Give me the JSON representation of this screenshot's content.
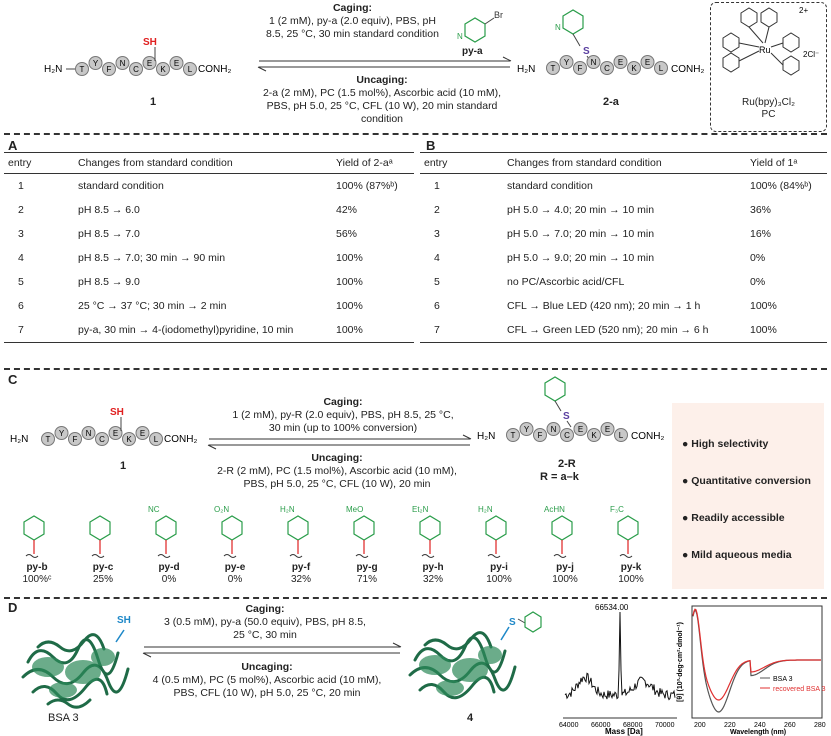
{
  "top": {
    "peptide1_label": "1",
    "peptide2_label": "2-a",
    "h2n": "H₂N",
    "conh2": "CONH₂",
    "sh": "SH",
    "s": "S",
    "residues": [
      "T",
      "Y",
      "F",
      "N",
      "C",
      "E",
      "K",
      "E",
      "L"
    ],
    "caging_title": "Caging:",
    "caging_text": "1 (2 mM), py-a (2.0 equiv), PBS, pH 8.5, 25 °C, 30 min standard condition",
    "pya_label": "py-a",
    "br": "Br",
    "uncaging_title": "Uncaging:",
    "uncaging_text": "2-a (2 mM), PC (1.5 mol%), Ascorbic acid (10 mM), PBS, pH 5.0, 25 °C, CFL (10 W), 20 min standard condition",
    "ru_charge": "2+",
    "ru_counter": "2Cl⁻",
    "ru": "Ru",
    "ru_name": "Ru(bpy)₃Cl₂",
    "ru_pc": "PC"
  },
  "tableA": {
    "label": "A",
    "headers": [
      "entry",
      "Changes from standard condition",
      "Yield of 2-aᵃ"
    ],
    "rows": [
      [
        "1",
        "standard condition",
        "100% (87%ᵇ)"
      ],
      [
        "2",
        "pH 8.5 → 6.0",
        "42%"
      ],
      [
        "3",
        "pH 8.5 → 7.0",
        "56%"
      ],
      [
        "4",
        "pH 8.5 → 7.0; 30 min → 90 min",
        "100%"
      ],
      [
        "5",
        "pH 8.5 → 9.0",
        "100%"
      ],
      [
        "6",
        "25 °C → 37 °C; 30 min → 2 min",
        "100%"
      ],
      [
        "7",
        "py-a, 30 min → 4-(iodomethyl)pyridine, 10 min",
        "100%"
      ]
    ]
  },
  "tableB": {
    "label": "B",
    "headers": [
      "entry",
      "Changes from standard condition",
      "Yield of 1ᵃ"
    ],
    "rows": [
      [
        "1",
        "standard condition",
        "100% (84%ᵇ)"
      ],
      [
        "2",
        "pH 5.0 → 4.0; 20 min → 10 min",
        "36%"
      ],
      [
        "3",
        "pH 5.0 → 7.0; 20 min → 10 min",
        "16%"
      ],
      [
        "4",
        "pH 5.0 → 9.0; 20 min → 10 min",
        "0%"
      ],
      [
        "5",
        "no  PC/Ascorbic acid/CFL",
        "0%"
      ],
      [
        "6",
        "CFL → Blue LED (420 nm); 20 min → 1 h",
        "100%"
      ],
      [
        "7",
        "CFL → Green LED (520 nm); 20 min → 6 h",
        "100%"
      ]
    ]
  },
  "panelC": {
    "label": "C",
    "peptide1_label": "1",
    "peptide2_label": "2-R",
    "r_def": "R = a–k",
    "caging_title": "Caging:",
    "caging_text": "1 (2 mM), py-R (2.0 equiv), PBS, pH 8.5, 25 °C, 30 min (up to 100% conversion)",
    "uncaging_title": "Uncaging:",
    "uncaging_text": "2-R (2 mM), PC (1.5 mol%), Ascorbic acid (10 mM), PBS, pH 5.0, 25 °C, CFL (10 W), 20 min",
    "features": [
      "High selectivity",
      "Quantitative  conversion",
      "Readily accessible",
      "Mild aqueous media"
    ],
    "reagents": [
      {
        "name": "py-b",
        "yield": "100%ᶜ",
        "sub": ""
      },
      {
        "name": "py-c",
        "yield": "25%",
        "sub": ""
      },
      {
        "name": "py-d",
        "yield": "0%",
        "sub": "NC"
      },
      {
        "name": "py-e",
        "yield": "0%",
        "sub": "O₂N"
      },
      {
        "name": "py-f",
        "yield": "32%",
        "sub": "H₂N"
      },
      {
        "name": "py-g",
        "yield": "71%",
        "sub": "MeO"
      },
      {
        "name": "py-h",
        "yield": "32%",
        "sub": "Et₂N"
      },
      {
        "name": "py-i",
        "yield": "100%",
        "sub": "H₂N"
      },
      {
        "name": "py-j",
        "yield": "100%",
        "sub": "AcHN"
      },
      {
        "name": "py-k",
        "yield": "100%",
        "sub": "F₃C"
      }
    ]
  },
  "panelD": {
    "label": "D",
    "bsa_label": "BSA 3",
    "product_label": "4",
    "sh": "SH",
    "s": "S",
    "caging_title": "Caging:",
    "caging_text": "3 (0.5 mM), py-a (50.0 equiv), PBS, pH 8.5, 25 °C, 30 min",
    "uncaging_title": "Uncaging:",
    "uncaging_text": "4 (0.5 mM), PC (5 mol%), Ascorbic acid (10 mM), PBS, CFL (10 W), pH 5.0, 25 °C, 20 min",
    "ms": {
      "peak_label": "66534.00",
      "xlabel": "Mass [Da]",
      "ticks": [
        "64000",
        "66000",
        "68000",
        "70000"
      ]
    },
    "cd": {
      "ylabel": "[θ] (10³·deg·cm²·dmol⁻¹)",
      "xlabel": "Wavelength (nm)",
      "ticks": [
        "200",
        "220",
        "240",
        "260",
        "280"
      ],
      "legend": [
        "BSA 3",
        "recovered BSA 3"
      ],
      "colors": [
        "#555555",
        "#e03030"
      ]
    }
  }
}
